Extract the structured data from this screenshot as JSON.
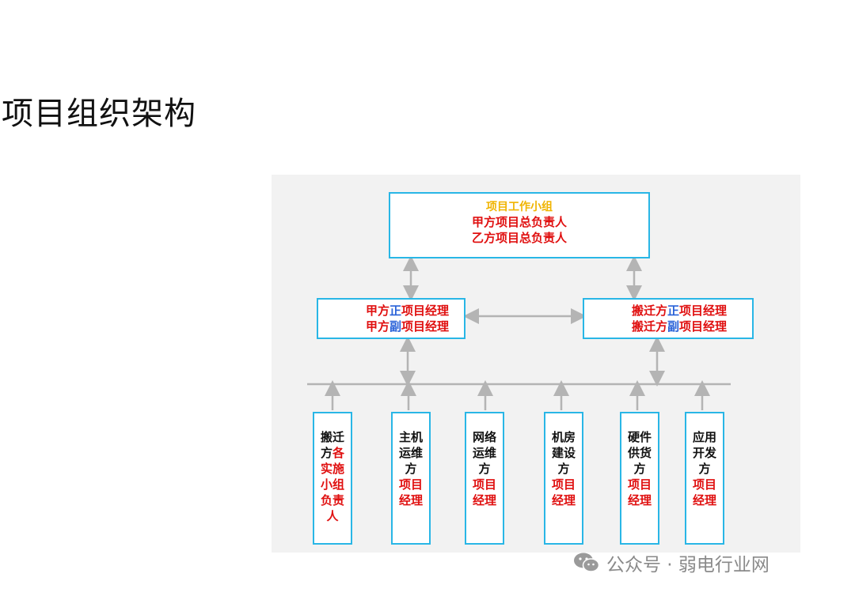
{
  "page": {
    "title": "项目组织架构"
  },
  "diagram": {
    "top_box": {
      "title": "项目工作小组",
      "line1": "甲方项目总负责人",
      "line2": "乙方项目总负责人"
    },
    "left_box": {
      "line1": {
        "a": "甲方",
        "b": "正",
        "c": "项目经理"
      },
      "line2": {
        "a": "甲方",
        "b": "副",
        "c": "项目经理"
      }
    },
    "right_box": {
      "line1": {
        "a": "搬迁方",
        "b": "正",
        "c": "项目经理"
      },
      "line2": {
        "a": "搬迁方",
        "b": "副",
        "c": "项目经理"
      }
    },
    "columns": [
      {
        "lines": [
          {
            "t": "搬迁",
            "c": "blk"
          },
          {
            "t": "方",
            "c": "blk",
            "t2": "各",
            "c2": "red"
          },
          {
            "t": "实施",
            "c": "red"
          },
          {
            "t": "小组",
            "c": "red"
          },
          {
            "t": "负责",
            "c": "red"
          },
          {
            "t": "人",
            "c": "red"
          }
        ]
      },
      {
        "lines": [
          {
            "t": "主机",
            "c": "blk"
          },
          {
            "t": "运维",
            "c": "blk"
          },
          {
            "t": "方",
            "c": "blk"
          },
          {
            "t": "项目",
            "c": "red"
          },
          {
            "t": "经理",
            "c": "red"
          }
        ]
      },
      {
        "lines": [
          {
            "t": "网络",
            "c": "blk"
          },
          {
            "t": "运维",
            "c": "blk"
          },
          {
            "t": "方",
            "c": "blk"
          },
          {
            "t": "项目",
            "c": "red"
          },
          {
            "t": "经理",
            "c": "red"
          }
        ]
      },
      {
        "lines": [
          {
            "t": "机房",
            "c": "blk"
          },
          {
            "t": "建设",
            "c": "blk"
          },
          {
            "t": "方",
            "c": "blk"
          },
          {
            "t": "项目",
            "c": "red"
          },
          {
            "t": "经理",
            "c": "red"
          }
        ]
      },
      {
        "lines": [
          {
            "t": "硬件",
            "c": "blk"
          },
          {
            "t": "供货",
            "c": "blk"
          },
          {
            "t": "方",
            "c": "blk"
          },
          {
            "t": "项目",
            "c": "red"
          },
          {
            "t": "经理",
            "c": "red"
          }
        ]
      },
      {
        "lines": [
          {
            "t": "应用",
            "c": "blk"
          },
          {
            "t": "开发",
            "c": "blk"
          },
          {
            "t": "方",
            "c": "blk"
          },
          {
            "t": "项目",
            "c": "red"
          },
          {
            "t": "经理",
            "c": "red"
          }
        ]
      }
    ],
    "colors": {
      "border": "#29b6e6",
      "red": "#e01010",
      "blue": "#2a62d8",
      "gold": "#f0b400",
      "connector": "#b4b4b4"
    }
  },
  "watermark": {
    "icon": "wechat-icon",
    "text": "公众号 · 弱电行业网"
  }
}
